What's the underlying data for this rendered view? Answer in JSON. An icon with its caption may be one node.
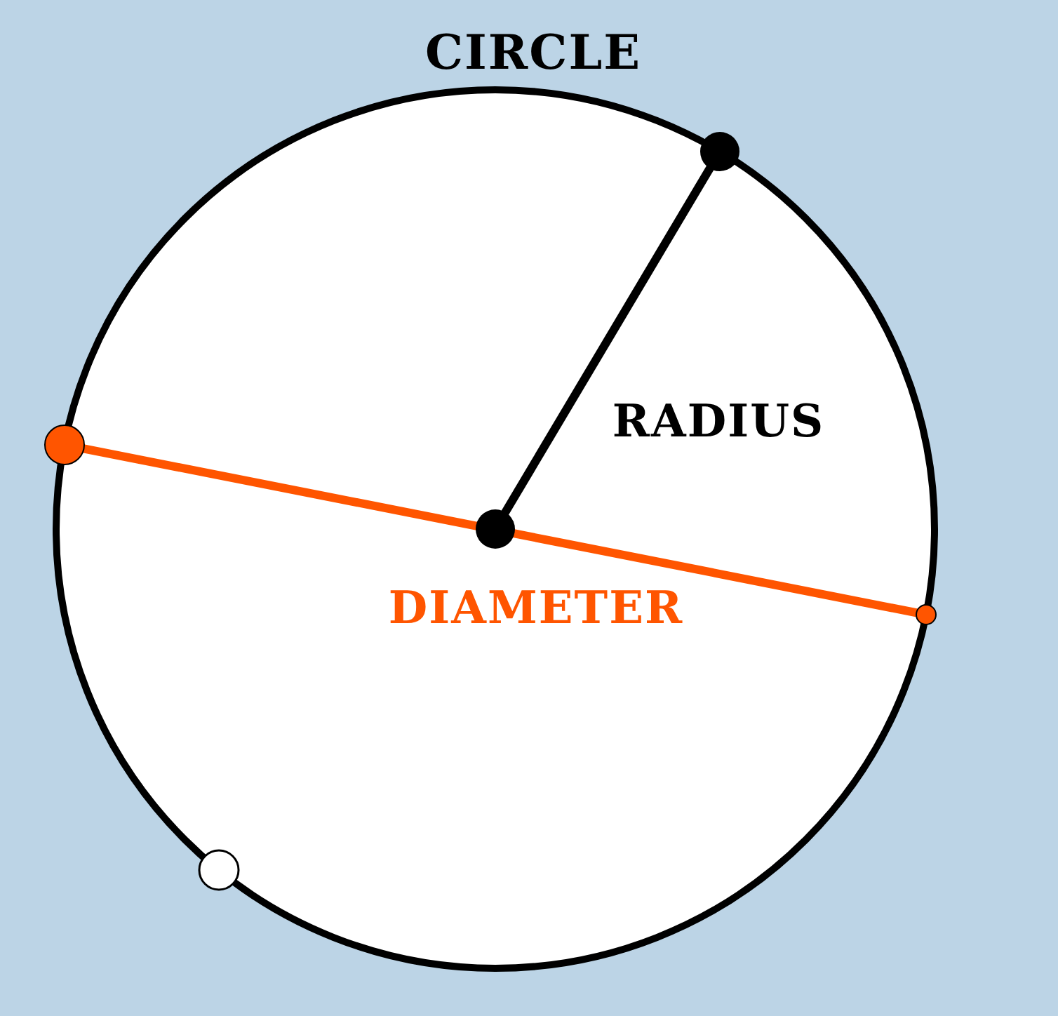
{
  "diagram": {
    "title": "CIRCLE",
    "labels": [
      "RADIUS",
      "DIAMETER"
    ]
  }
}
